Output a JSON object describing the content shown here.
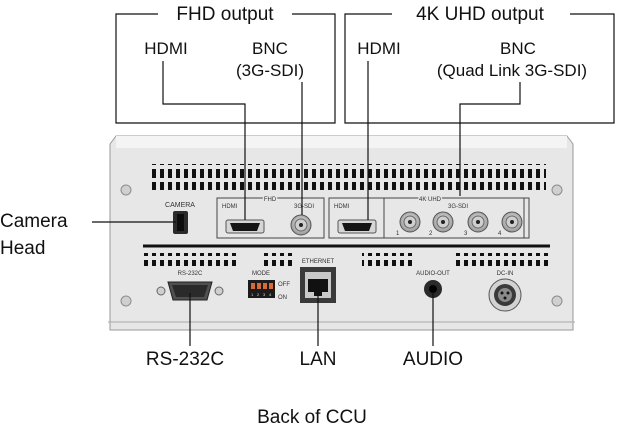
{
  "groups": {
    "fhd": {
      "title": "FHD output",
      "hdmi": "HDMI",
      "bnc": "BNC",
      "bnc_sub": "(3G-SDI)"
    },
    "uhd": {
      "title": "4K UHD output",
      "hdmi": "HDMI",
      "bnc": "BNC",
      "bnc_sub": "(Quad Link 3G-SDI)"
    }
  },
  "callouts": {
    "camera_head_1": "Camera",
    "camera_head_2": "Head",
    "rs232c": "RS-232C",
    "lan": "LAN",
    "audio": "AUDIO"
  },
  "panel_labels": {
    "camera": "CAMERA",
    "fhd": "FHD",
    "hdmi_fhd": "HDMI",
    "sdi_fhd": "3G-SDI",
    "hdmi_uhd": "HDMI",
    "uhd": "4K UHD",
    "sdi_uhd": "3G-SDI",
    "sdi_nums": [
      "1",
      "2",
      "3",
      "4"
    ],
    "rs232c": "RS-232C",
    "mode": "MODE",
    "off": "OFF",
    "on": "ON",
    "dip_nums": [
      "1",
      "2",
      "3",
      "4"
    ],
    "ethernet": "ETHERNET",
    "audio_out": "AUDIO-OUT",
    "dc_in": "DC-IN"
  },
  "caption": "Back of CCU"
}
